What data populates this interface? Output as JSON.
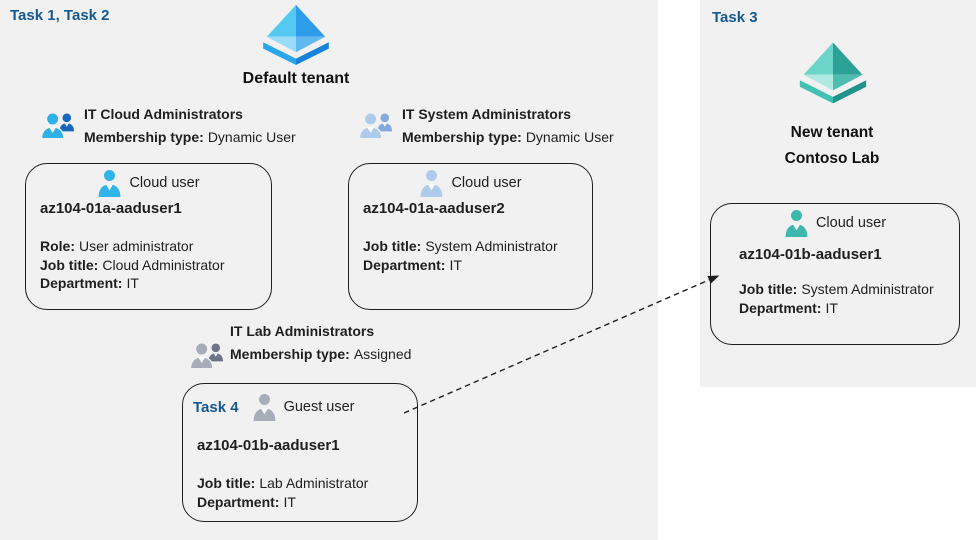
{
  "palette": {
    "task_label_blue": "#15598F",
    "panel_bg": "#F1F1F2",
    "card_border": "#1F1F1F",
    "text": "#1F1F1F",
    "cloud_user_cyan": "#2FB5E9",
    "cloud_user_pale_blue": "#AECBEC",
    "guest_user_gray": "#A8ADBA",
    "cloud_user_teal": "#3CB8AE",
    "group_cloud_front": "#2EB0E8",
    "group_cloud_back": "#1568BE",
    "group_system_front": "#AECBEC",
    "group_system_back": "#85A9DC",
    "group_lab_front": "#A7ACBB",
    "group_lab_back": "#6E7488"
  },
  "left_panel": {
    "task_label": "Task 1, Task 2",
    "tenant_name": "Default tenant",
    "groups": {
      "cloud_admins": {
        "title": "IT Cloud Administrators",
        "membership_label": "Membership type:",
        "membership_value": "Dynamic User"
      },
      "system_admins": {
        "title": "IT System Administrators",
        "membership_label": "Membership type:",
        "membership_value": "Dynamic User"
      },
      "lab_admins": {
        "title": "IT Lab Administrators",
        "membership_label": "Membership type:",
        "membership_value": "Assigned"
      }
    },
    "cards": {
      "aaduser1": {
        "user_type": "Cloud user",
        "username": "az104-01a-aaduser1",
        "role_label": "Role:",
        "role_value": "User administrator",
        "job_label": "Job title:",
        "job_value": "Cloud Administrator",
        "dept_label": "Department:",
        "dept_value": "IT"
      },
      "aaduser2": {
        "user_type": "Cloud user",
        "username": "az104-01a-aaduser2",
        "job_label": "Job title:",
        "job_value": "System Administrator",
        "dept_label": "Department:",
        "dept_value": "IT"
      },
      "guest": {
        "task_label": "Task 4",
        "user_type": "Guest user",
        "username": "az104-01b-aaduser1",
        "job_label": "Job title:",
        "job_value": "Lab Administrator",
        "dept_label": "Department:",
        "dept_value": "IT"
      }
    }
  },
  "right_panel": {
    "task_label": "Task 3",
    "tenant_name_line1": "New tenant",
    "tenant_name_line2": "Contoso Lab",
    "card": {
      "user_type": "Cloud user",
      "username": "az104-01b-aaduser1",
      "job_label": "Job title:",
      "job_value": "System Administrator",
      "dept_label": "Department:",
      "dept_value": "IT"
    }
  }
}
